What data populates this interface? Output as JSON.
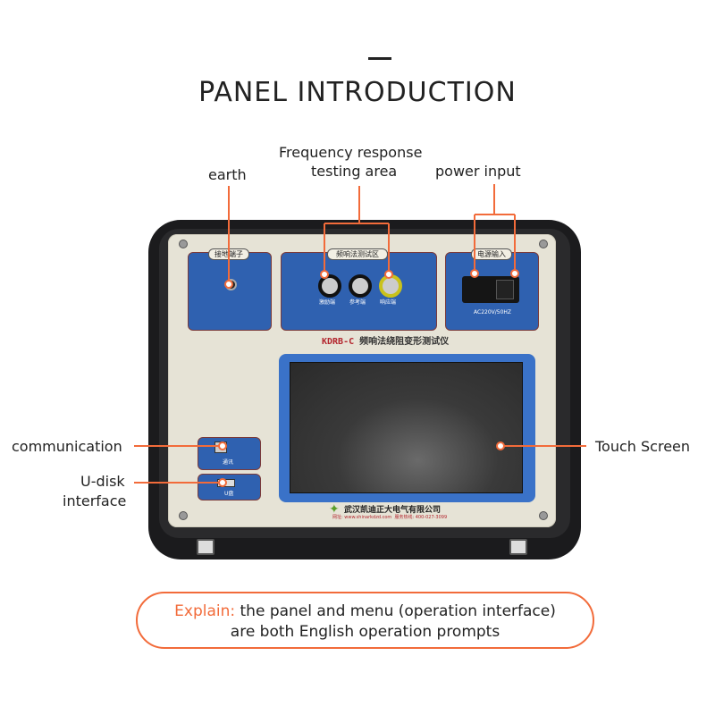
{
  "heading": "PANEL INTRODUCTION",
  "callouts": {
    "earth": "earth",
    "frequency_line1": "Frequency response",
    "frequency_line2": "testing area",
    "power": "power input",
    "communication": "communication",
    "udisk_line1": "U-disk",
    "udisk_line2": "interface",
    "touch_screen": "Touch Screen"
  },
  "device": {
    "earth_tab": "接地端子",
    "freq_tab": "频响法测试区",
    "power_tab": "电源输入",
    "port_excite": "激励端",
    "port_reference": "参考端",
    "port_response": "响应端",
    "power_rating": "AC220V/50HZ",
    "model_code": "KDRB-C",
    "model_name": "频响法绕阻变形测试仪",
    "comm_label": "通讯",
    "udisk_label": "U盘",
    "company": "武汉凯迪正大电气有限公司",
    "website": "网址: www.shinarkdzd.com",
    "hotline": "服务热线: 400-027-3099"
  },
  "note": {
    "keyword": "Explain:",
    "line1": "the panel and menu (operation interface)",
    "line2": "are both English operation prompts"
  },
  "colors": {
    "accent": "#f26b3a",
    "panel_blue": "#2f61b0"
  }
}
